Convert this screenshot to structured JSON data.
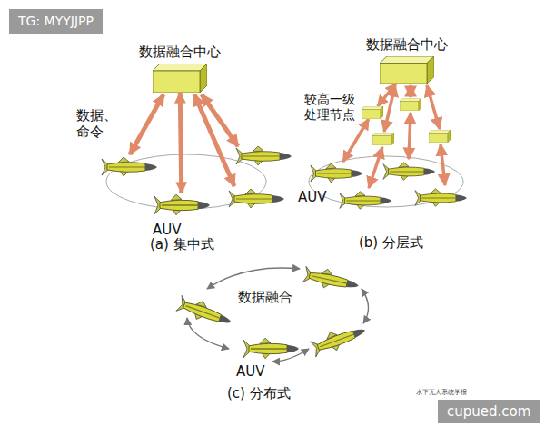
{
  "diagram": {
    "nodes": [
      {
        "text": [
          "数据融合中心"
        ]
      },
      {
        "text": [
          "AUV"
        ]
      },
      {
        "text": [
          "数据融合中心"
        ]
      },
      {
        "text": [
          "较高一级处理节点"
        ]
      },
      {
        "text": [
          "AUV"
        ]
      },
      {
        "text": [
          "AUV"
        ]
      }
    ],
    "edges": [
      {
        "from": 0,
        "to": 1,
        "arrow": "both"
      },
      {
        "from": 2,
        "to": 3,
        "arrow": "both"
      },
      {
        "from": 3,
        "to": 4,
        "arrow": "both"
      }
    ],
    "labels": [
      "TG: MYYJJPP",
      "数据、命令",
      "(a) 集中式",
      "(b) 分层式",
      "数据融合",
      "(c) 分布式",
      "水下无人系统学报",
      "cupued.com"
    ]
  }
}
